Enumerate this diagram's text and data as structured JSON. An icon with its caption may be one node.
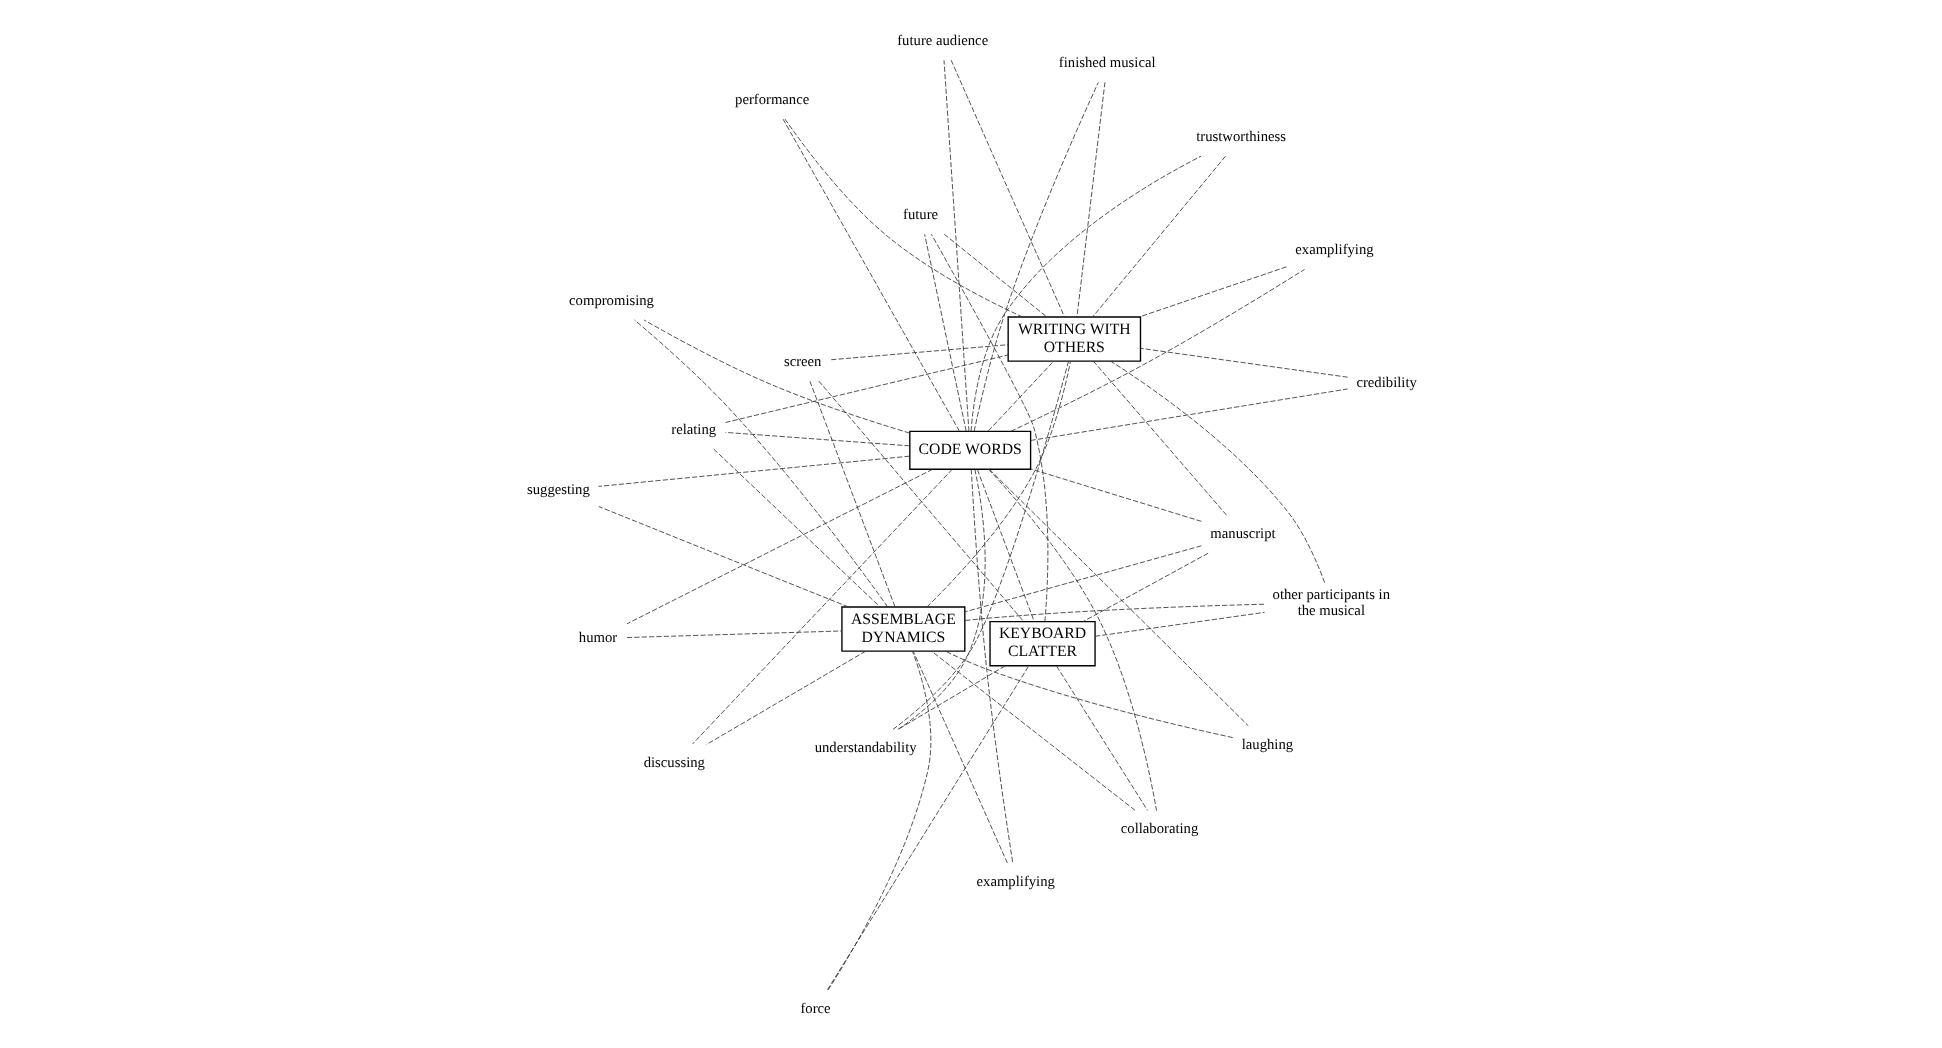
{
  "diagram": {
    "nodes": [
      {
        "text": [
          "CODE WORDS"
        ]
      },
      {
        "text": [
          "KEYBOARD CLATTER"
        ]
      },
      {
        "text": [
          "ASSEMBLAGE DYNAMICS"
        ]
      },
      {
        "text": [
          "WRITING WITH OTHERS"
        ]
      },
      {
        "text": [
          "manuscript"
        ]
      },
      {
        "text": [
          "screen"
        ]
      },
      {
        "text": [
          "force"
        ]
      },
      {
        "text": [
          "laughing"
        ]
      },
      {
        "text": [
          "relating"
        ]
      },
      {
        "text": [
          "credibility"
        ]
      },
      {
        "text": [
          "understandability"
        ]
      },
      {
        "text": [
          "humor"
        ]
      },
      {
        "text": [
          "examplifying"
        ]
      },
      {
        "text": [
          "trustworthiness"
        ]
      },
      {
        "text": [
          "future"
        ]
      },
      {
        "text": [
          "examplifying"
        ]
      },
      {
        "text": [
          "collaborating"
        ]
      },
      {
        "text": [
          "future audience"
        ]
      },
      {
        "text": [
          "performance"
        ]
      },
      {
        "text": [
          "suggesting"
        ]
      },
      {
        "text": [
          "compromising"
        ]
      },
      {
        "text": [
          "discussing"
        ]
      },
      {
        "text": [
          "other participants in the musical"
        ]
      },
      {
        "text": [
          "finished musical"
        ]
      }
    ],
    "edges": [
      {
        "from": 4,
        "to": 0,
        "arrow": "none"
      },
      {
        "from": 4,
        "to": 1,
        "arrow": "none"
      },
      {
        "from": 4,
        "to": 2,
        "arrow": "none"
      },
      {
        "from": 4,
        "to": 3,
        "arrow": "none"
      },
      {
        "from": 5,
        "to": 1,
        "arrow": "none"
      },
      {
        "from": 5,
        "to": 2,
        "arrow": "none"
      },
      {
        "from": 5,
        "to": 3,
        "arrow": "none"
      },
      {
        "from": 6,
        "to": 1,
        "arrow": "none"
      },
      {
        "from": 6,
        "to": 2,
        "arrow": "none"
      },
      {
        "from": 0,
        "to": 7,
        "arrow": "none"
      },
      {
        "from": 7,
        "to": 2,
        "arrow": "none"
      },
      {
        "from": 0,
        "to": 8,
        "arrow": "none"
      },
      {
        "from": 8,
        "to": 2,
        "arrow": "none"
      },
      {
        "from": 8,
        "to": 3,
        "arrow": "none"
      },
      {
        "from": 0,
        "to": 9,
        "arrow": "none"
      },
      {
        "from": 9,
        "to": 3,
        "arrow": "none"
      },
      {
        "from": 0,
        "to": 10,
        "arrow": "none"
      },
      {
        "from": 1,
        "to": 10,
        "arrow": "none"
      },
      {
        "from": 10,
        "to": 3,
        "arrow": "none"
      },
      {
        "from": 0,
        "to": 11,
        "arrow": "none"
      },
      {
        "from": 11,
        "to": 2,
        "arrow": "none"
      },
      {
        "from": 0,
        "to": 12,
        "arrow": "none"
      },
      {
        "from": 12,
        "to": 3,
        "arrow": "none"
      },
      {
        "from": 0,
        "to": 13,
        "arrow": "none"
      },
      {
        "from": 13,
        "to": 3,
        "arrow": "none"
      },
      {
        "from": 0,
        "to": 14,
        "arrow": "none"
      },
      {
        "from": 1,
        "to": 14,
        "arrow": "none"
      },
      {
        "from": 14,
        "to": 3,
        "arrow": "none"
      },
      {
        "from": 0,
        "to": 15,
        "arrow": "none"
      },
      {
        "from": 15,
        "to": 2,
        "arrow": "none"
      },
      {
        "from": 0,
        "to": 16,
        "arrow": "none"
      },
      {
        "from": 1,
        "to": 16,
        "arrow": "none"
      },
      {
        "from": 16,
        "to": 2,
        "arrow": "none"
      },
      {
        "from": 0,
        "to": 17,
        "arrow": "none"
      },
      {
        "from": 17,
        "to": 3,
        "arrow": "none"
      },
      {
        "from": 0,
        "to": 18,
        "arrow": "none"
      },
      {
        "from": 18,
        "to": 3,
        "arrow": "none"
      },
      {
        "from": 0,
        "to": 19,
        "arrow": "none"
      },
      {
        "from": 2,
        "to": 19,
        "arrow": "none"
      },
      {
        "from": 0,
        "to": 20,
        "arrow": "none"
      },
      {
        "from": 2,
        "to": 20,
        "arrow": "none"
      },
      {
        "from": 0,
        "to": 21,
        "arrow": "none"
      },
      {
        "from": 2,
        "to": 21,
        "arrow": "none"
      },
      {
        "from": 1,
        "to": 22,
        "arrow": "none"
      },
      {
        "from": 2,
        "to": 22,
        "arrow": "none"
      },
      {
        "from": 22,
        "to": 3,
        "arrow": "none"
      },
      {
        "from": 0,
        "to": 23,
        "arrow": "none"
      },
      {
        "from": 23,
        "to": 3,
        "arrow": "none"
      },
      {
        "from": 0,
        "to": 1,
        "arrow": "none"
      },
      {
        "from": 0,
        "to": 3,
        "arrow": "none"
      },
      {
        "from": 2,
        "to": 3,
        "arrow": "none"
      }
    ]
  }
}
